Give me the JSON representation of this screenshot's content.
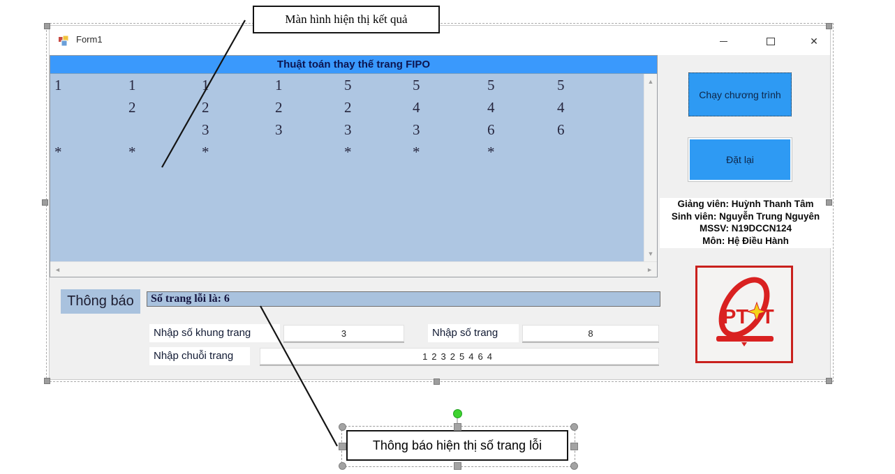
{
  "colors": {
    "header-blue": "#3a99fc",
    "button-blue": "#2e9af3",
    "list-bg": "#aec6e2",
    "notice-bg": "#a9c2de",
    "logo-red": "#d02421",
    "selection-green": "#3ed32f",
    "window-bg": "#f0f0f0"
  },
  "callouts": {
    "top": "Màn hình hiện thị kết quả",
    "bottom": "Thông báo hiện thị số trang lỗi"
  },
  "window": {
    "title": "Form1",
    "close_icon": "✕"
  },
  "result_panel": {
    "title": "Thuật toán thay thế trang FIPO",
    "columns": [
      [
        "1",
        "",
        "",
        "*"
      ],
      [
        "1",
        "2",
        "",
        "*"
      ],
      [
        "1",
        "2",
        "3",
        "*"
      ],
      [
        "1",
        "2",
        "3",
        ""
      ],
      [
        "5",
        "2",
        "3",
        "*"
      ],
      [
        "5",
        "4",
        "3",
        "*"
      ],
      [
        "5",
        "4",
        "6",
        "*"
      ],
      [
        "5",
        "4",
        "6",
        ""
      ]
    ],
    "scroll": {
      "up": "▲",
      "down": "▼",
      "left": "◄",
      "right": "►"
    }
  },
  "buttons": {
    "run": "Chạy chương trình",
    "reset": "Đặt lại"
  },
  "info": {
    "lines": [
      "Giảng viên: Huỳnh Thanh Tâm",
      "Sinh viên: Nguyễn Trung Nguyên",
      "MSSV: N19DCCN124",
      "Môn: Hệ Điều Hành"
    ]
  },
  "notice": {
    "label": "Thông báo",
    "message": "Số trang lỗi là: 6"
  },
  "inputs": {
    "frames": {
      "label": "Nhập số khung trang",
      "value": "3"
    },
    "pages": {
      "label": "Nhập số trang",
      "value": "8"
    },
    "sequence": {
      "label": "Nhập chuỗi trang",
      "value": "12325464"
    }
  },
  "logo": {
    "pt": "PT",
    "t": "T"
  }
}
